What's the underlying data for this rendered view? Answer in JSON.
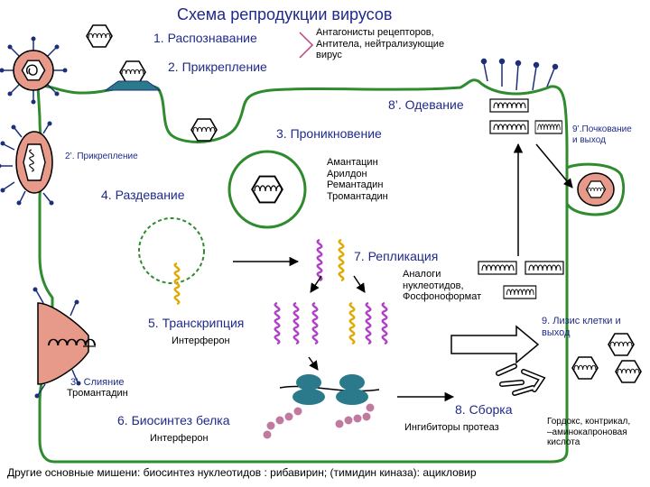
{
  "title": "Схема репродукции вирусов",
  "steps": {
    "s1": "1. Распознавание",
    "s2": "2. Прикрепление",
    "s8p": "8’. Одевание",
    "s3": "3. Проникновение",
    "s2p": "2’. Прикрепление",
    "s4": "4. Раздевание",
    "s9p": "9’.Почкование\nи выход",
    "s7": "7. Репликация",
    "s5": "5. Транскрипция",
    "s9": "9. Лизис клетки и\nвыход",
    "s3p": "3’. Слияние",
    "s6": "6. Биосинтез белка",
    "s8": "8. Сборка"
  },
  "drugs": {
    "d1": "Антагонисты рецепторов,\nАнтитела, нейтрализующие\nвирус",
    "d3": "Амантацин\nАрилдон\nРемантадин\nТромантадин",
    "d7": "Аналоги\nнуклеотидов,\nФосфоноформат",
    "d5": "Интерферон",
    "d3p": "Тромантадин",
    "d6": "Интерферон",
    "d8": "Ингибиторы протеаз",
    "d9": "Гордокс, контрикал,\n–аминокапроновая\nкислота"
  },
  "footer": "Другие основные мишени: биосинтез нуклеотидов : рибавирин; (тимидин киназа): ацикловир",
  "colors": {
    "membrane": "#2e8b2e",
    "virion": "#e89a8a",
    "rna_yellow": "#e0a800",
    "rna_purple": "#b040c8",
    "ribosome": "#2b7a8c",
    "peptide": "#c07aa0",
    "receptor": "#1c2f7a"
  }
}
